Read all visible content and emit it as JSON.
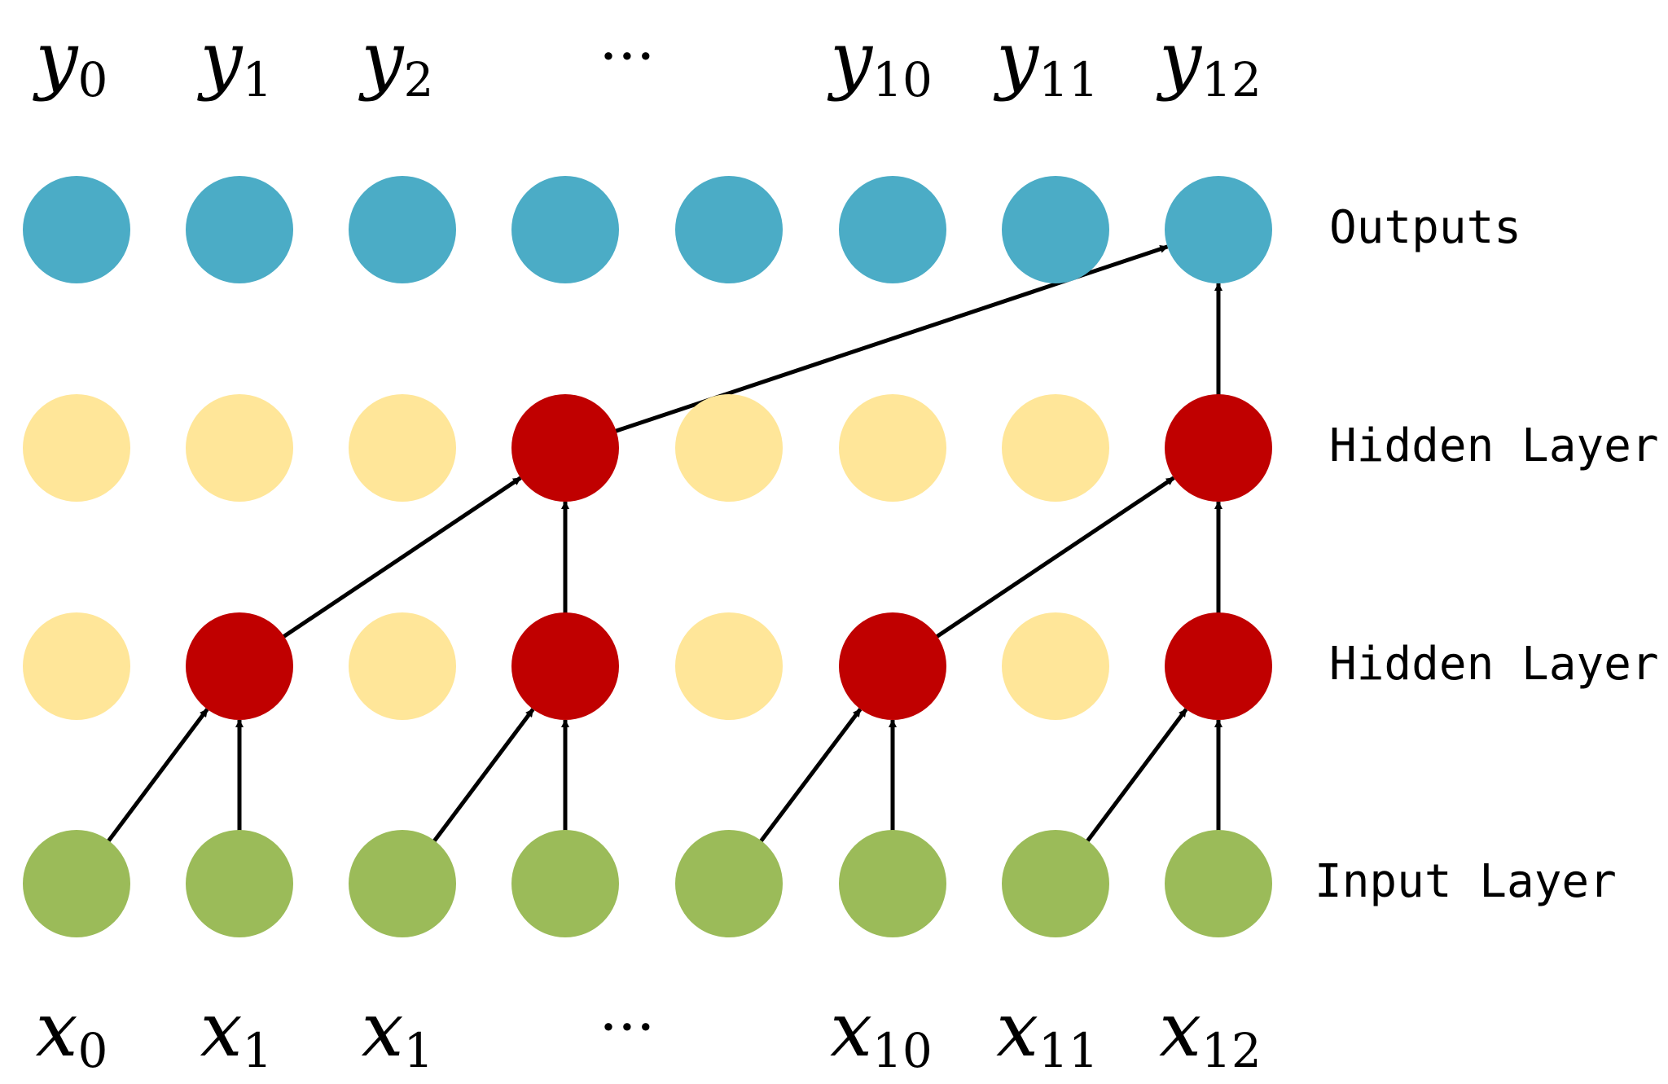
{
  "colors": {
    "output": "#4BACC6",
    "hidden_inactive": "#FFE699",
    "hidden_active": "#C00000",
    "input": "#9BBB59",
    "edge": "#000000"
  },
  "output_labels": [
    {
      "base": "y",
      "sub": "0"
    },
    {
      "base": "y",
      "sub": "1"
    },
    {
      "base": "y",
      "sub": "2"
    },
    {
      "ellipsis": "···"
    },
    {
      "base": "y",
      "sub": "10"
    },
    {
      "base": "y",
      "sub": "11"
    },
    {
      "base": "y",
      "sub": "12"
    }
  ],
  "input_labels": [
    {
      "base": "x",
      "sub": "0"
    },
    {
      "base": "x",
      "sub": "1"
    },
    {
      "base": "x",
      "sub": "1"
    },
    {
      "ellipsis": "···"
    },
    {
      "base": "x",
      "sub": "10"
    },
    {
      "base": "x",
      "sub": "11"
    },
    {
      "base": "x",
      "sub": "12"
    }
  ],
  "layers": [
    {
      "id": "outputs",
      "label": "Outputs",
      "active": []
    },
    {
      "id": "hidden-2",
      "label": "Hidden Layer",
      "active": [
        3,
        7
      ]
    },
    {
      "id": "hidden-1",
      "label": "Hidden Layer",
      "active": [
        1,
        3,
        5,
        7
      ]
    },
    {
      "id": "input",
      "label": "Input Layer",
      "active": []
    }
  ],
  "nodes_per_layer": 8,
  "edges": [
    {
      "from": [
        "input",
        0
      ],
      "to": [
        "hidden-1",
        1
      ]
    },
    {
      "from": [
        "input",
        1
      ],
      "to": [
        "hidden-1",
        1
      ]
    },
    {
      "from": [
        "input",
        2
      ],
      "to": [
        "hidden-1",
        3
      ]
    },
    {
      "from": [
        "input",
        3
      ],
      "to": [
        "hidden-1",
        3
      ]
    },
    {
      "from": [
        "input",
        4
      ],
      "to": [
        "hidden-1",
        5
      ]
    },
    {
      "from": [
        "input",
        5
      ],
      "to": [
        "hidden-1",
        5
      ]
    },
    {
      "from": [
        "input",
        6
      ],
      "to": [
        "hidden-1",
        7
      ]
    },
    {
      "from": [
        "input",
        7
      ],
      "to": [
        "hidden-1",
        7
      ]
    },
    {
      "from": [
        "hidden-1",
        1
      ],
      "to": [
        "hidden-2",
        3
      ]
    },
    {
      "from": [
        "hidden-1",
        3
      ],
      "to": [
        "hidden-2",
        3
      ]
    },
    {
      "from": [
        "hidden-1",
        5
      ],
      "to": [
        "hidden-2",
        7
      ]
    },
    {
      "from": [
        "hidden-1",
        7
      ],
      "to": [
        "hidden-2",
        7
      ]
    },
    {
      "from": [
        "hidden-2",
        3
      ],
      "to": [
        "outputs",
        7
      ]
    },
    {
      "from": [
        "hidden-2",
        7
      ],
      "to": [
        "outputs",
        7
      ]
    }
  ]
}
